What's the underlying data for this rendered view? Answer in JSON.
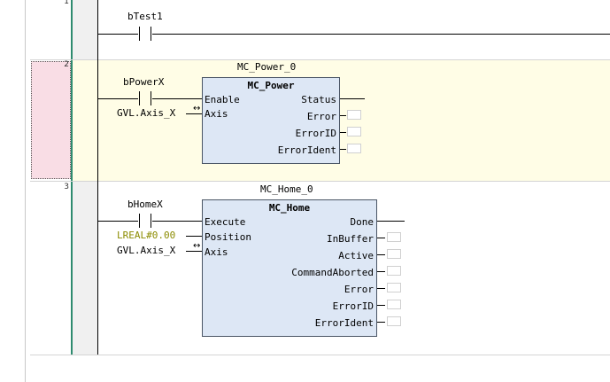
{
  "editor": {
    "networks": [
      {
        "number": "1",
        "contact": "bTest1"
      },
      {
        "number": "2",
        "contact": "bPowerX",
        "axis_var": "GVL.Axis_X",
        "instance": "MC_Power_0",
        "fb_type": "MC_Power",
        "inputs": [
          "Enable",
          "Axis"
        ],
        "outputs": [
          "Status",
          "Error",
          "ErrorID",
          "ErrorIdent"
        ]
      },
      {
        "number": "3",
        "contact": "bHomeX",
        "position_const": "LREAL#0.00",
        "axis_var": "GVL.Axis_X",
        "instance": "MC_Home_0",
        "fb_type": "MC_Home",
        "inputs": [
          "Execute",
          "Position",
          "Axis"
        ],
        "outputs": [
          "Done",
          "InBuffer",
          "Active",
          "CommandAborted",
          "Error",
          "ErrorID",
          "ErrorIdent"
        ]
      }
    ],
    "colors": {
      "selected_network_bg": "#fffde6",
      "selected_margin_bg": "#f9dde5",
      "rail": "#2e8b6f",
      "fb_fill": "#dde7f5",
      "constant": "#8b8b00"
    }
  }
}
